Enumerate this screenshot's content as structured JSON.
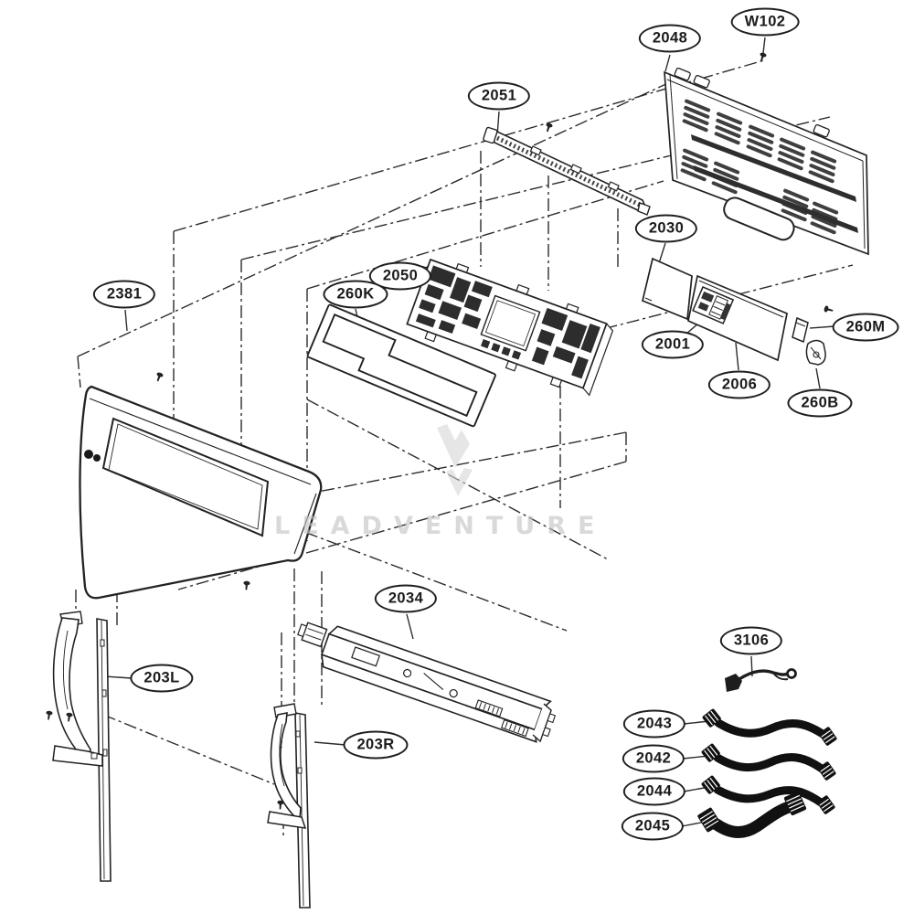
{
  "diagram": {
    "watermark": "LEADVENTURE",
    "labels": {
      "W102": "W102",
      "2048": "2048",
      "2051": "2051",
      "2030": "2030",
      "2050": "2050",
      "260K": "260K",
      "2381": "2381",
      "2001": "2001",
      "260M": "260M",
      "2006": "2006",
      "260B": "260B",
      "2034": "2034",
      "203L": "203L",
      "203R": "203R",
      "3106": "3106",
      "2043": "2043",
      "2042": "2042",
      "2044": "2044",
      "2045": "2045"
    }
  }
}
